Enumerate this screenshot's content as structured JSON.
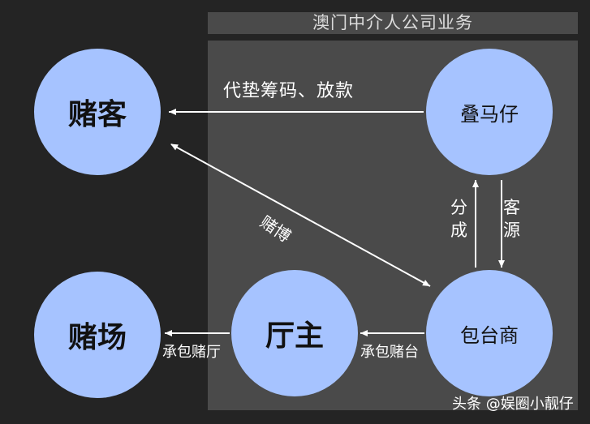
{
  "header": {
    "title": "澳门中介人公司业务"
  },
  "nodes": {
    "gambler": "赌客",
    "casino": "赌场",
    "hall_owner": "厅主",
    "agent": "叠马仔",
    "junket": "包台商"
  },
  "edges": {
    "loan": "代垫筹码、放款",
    "gambling": "赌博",
    "revenue_share": "分成",
    "client_source": "客源",
    "contract_hall": "承包赌厅",
    "contract_table": "承包赌台"
  },
  "watermark": "头条 @娱圈小靓仔",
  "colors": {
    "background": "#242424",
    "panel": "#4a4a4a",
    "node": "#a6c3ff",
    "arrow": "#ffffff"
  }
}
